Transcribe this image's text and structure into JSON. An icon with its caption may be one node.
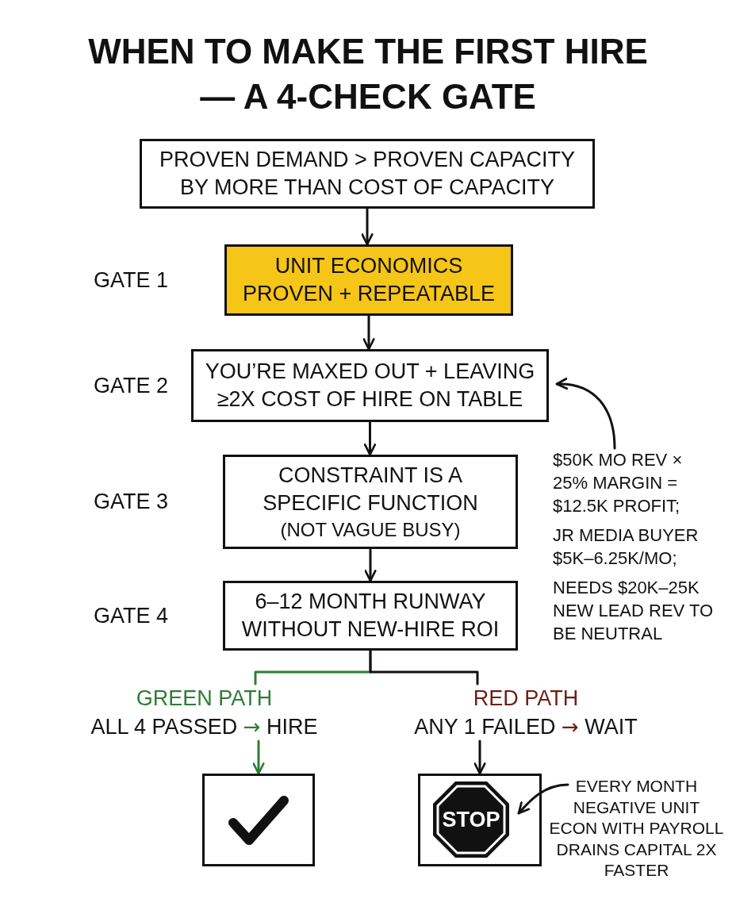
{
  "diagram": {
    "title": "WHEN TO MAKE THE FIRST HIRE — A 4-CHECK GATE",
    "nodes": [
      {
        "text": [
          "PROVEN DEMAND > PROVEN CAPACITY BY MORE THAN COST OF CAPACITY"
        ]
      },
      {
        "text": [
          "UNIT ECONOMICS PROVEN + REPEATABLE"
        ],
        "beside": [
          "GATE 1"
        ]
      },
      {
        "text": [
          "YOU’RE MAXED OUT + LEAVING ≥2X COST OF HIRE ON TABLE"
        ],
        "beside": [
          "GATE 2"
        ]
      },
      {
        "text": [
          "CONSTRAINT IS A SPECIFIC FUNCTION",
          "(NOT VAGUE BUSY)"
        ],
        "beside": [
          "GATE 3"
        ]
      },
      {
        "text": [
          "6–12 MONTH RUNWAY WITHOUT NEW-HIRE ROI"
        ],
        "beside": [
          "GATE 4"
        ]
      },
      {
        "text": [
          "GREEN PATH",
          "ALL 4 PASSED → HIRE"
        ]
      },
      {
        "text": [
          "RED PATH",
          "ANY 1 FAILED → WAIT"
        ]
      },
      {
        "text": [],
        "shape": "box"
      },
      {
        "text": [],
        "shape": "box"
      },
      {
        "text": [
          "STOP"
        ],
        "in": 8
      },
      {
        "text": [
          "$50K MO REV × 25% MARGIN = $12.5K PROFIT;",
          "JR MEDIA BUYER $5K–6.25K/MO;",
          "NEEDS $20K–25K NEW LEAD REV TO BE NEUTRAL"
        ]
      },
      {
        "text": [
          "EVERY MONTH NEGATIVE UNIT ECON WITH PAYROLL DRAINS CAPITAL 2X FASTER"
        ]
      }
    ],
    "edges": [
      {
        "from": 0,
        "to": 1,
        "arrow": "to"
      },
      {
        "from": 1,
        "to": 2,
        "arrow": "to"
      },
      {
        "from": 2,
        "to": 3,
        "arrow": "to"
      },
      {
        "from": 3,
        "to": 4,
        "arrow": "to"
      },
      {
        "from": 4,
        "to": 5,
        "arrow": "none",
        "color": "#2e7d32"
      },
      {
        "from": 4,
        "to": 6,
        "arrow": "none"
      },
      {
        "from": 5,
        "to": 7,
        "arrow": "to",
        "color": "#2e7d32"
      },
      {
        "from": 6,
        "to": 8,
        "arrow": "to"
      },
      {
        "from": 10,
        "to": 2,
        "arrow": "to"
      },
      {
        "from": 11,
        "to": 9,
        "arrow": "to"
      }
    ]
  }
}
